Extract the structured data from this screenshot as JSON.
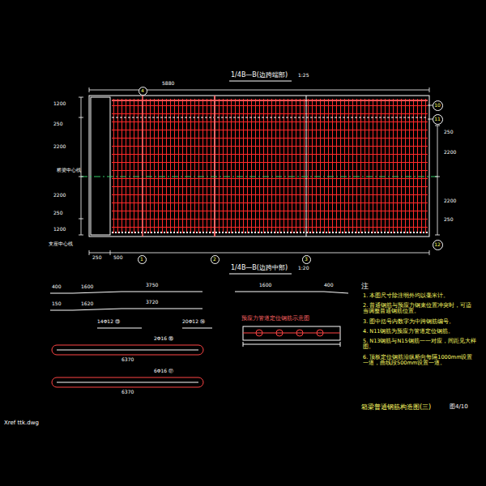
{
  "diagram": {
    "nodes": [
      {
        "text": [
          "10"
        ]
      },
      {
        "text": [
          "11"
        ]
      },
      {
        "text": [
          "12"
        ]
      },
      {
        "text": [
          "1"
        ]
      },
      {
        "text": [
          "2"
        ]
      },
      {
        "text": [
          "3"
        ]
      },
      {
        "text": [
          "4"
        ]
      }
    ],
    "labels": [
      "1/4B—B(边跨端部)",
      "1:25",
      "5880",
      "1200",
      "250",
      "2200",
      "2200",
      "250",
      "1200",
      "250",
      "2200",
      "2200",
      "250",
      "桥梁中心线",
      "支座中心线",
      "250",
      "500",
      "1/4B—B(边跨中部)",
      "1:20",
      "400",
      "1600",
      "3750",
      "1600",
      "400",
      "150",
      "1620",
      "3720",
      "14Φ12 ⑬",
      "20Φ12 ⑭",
      "2Φ16 ⑯",
      "6370",
      "6Φ16 ⑰",
      "6370",
      "预应力管道定位钢筋示意图",
      "注",
      "1. 本图尺寸除注明外均以毫米计。",
      "2. 普通钢筋与预应力钢束位置冲突时，可适当调整普通钢筋位置。",
      "3. 图中括号内数字为中跨钢筋编号。",
      "4. N11钢筋为预应力管道定位钢筋。",
      "5. N13钢筋与N15钢筋一一对应，间距见大样图。",
      "6. 顶板定位钢筋沿纵桥向每隔1000mm设置一道，曲线段500mm设置一道。",
      "箱梁普通钢筋构造图(三)",
      "图4/10",
      "Xref ttk.dwg"
    ]
  }
}
